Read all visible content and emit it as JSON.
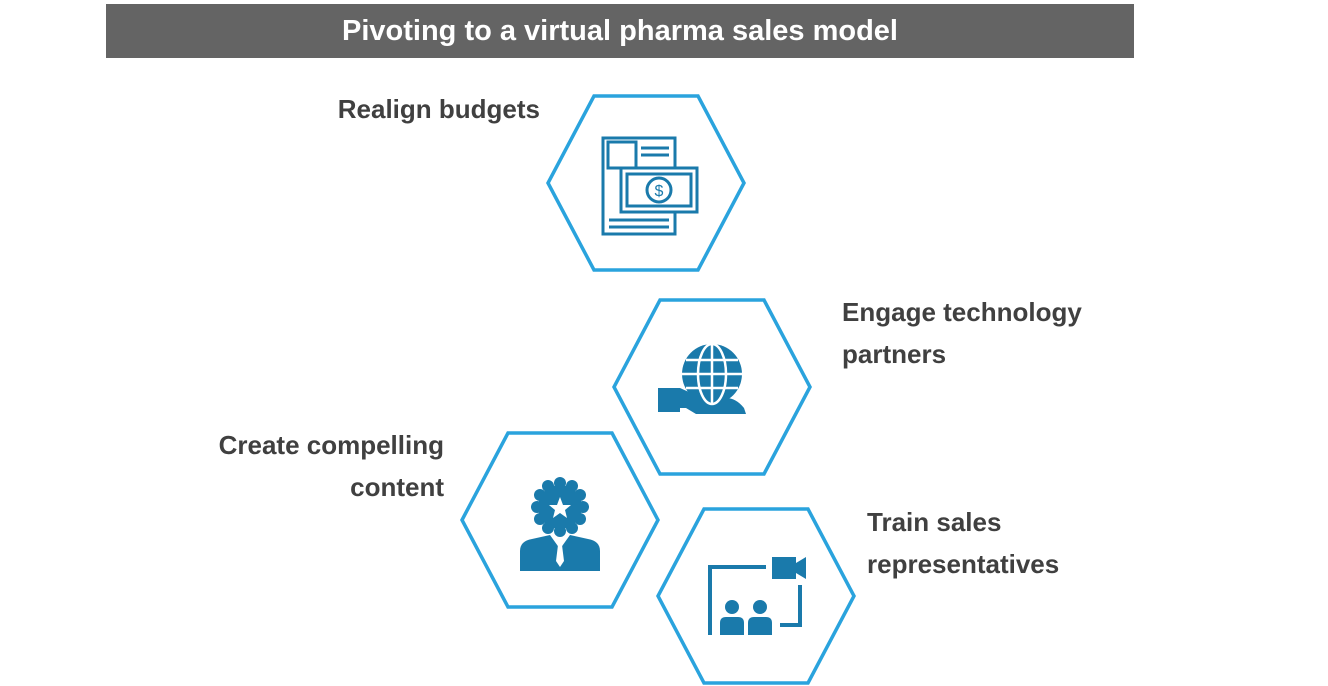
{
  "title": "Pivoting to a virtual pharma sales model",
  "colors": {
    "title_bg": "#646464",
    "hex_stroke": "#2aa3dd",
    "icon": "#1a7aab",
    "label": "#404040"
  },
  "steps": [
    {
      "label_lines": [
        "Realign budgets"
      ],
      "icon": "money-budget-icon"
    },
    {
      "label_lines": [
        "Engage technology",
        "partners"
      ],
      "icon": "globe-in-hand-icon"
    },
    {
      "label_lines": [
        "Create compelling",
        "content"
      ],
      "icon": "person-with-badge-icon"
    },
    {
      "label_lines": [
        "Train sales",
        "representatives"
      ],
      "icon": "video-conference-icon"
    }
  ]
}
